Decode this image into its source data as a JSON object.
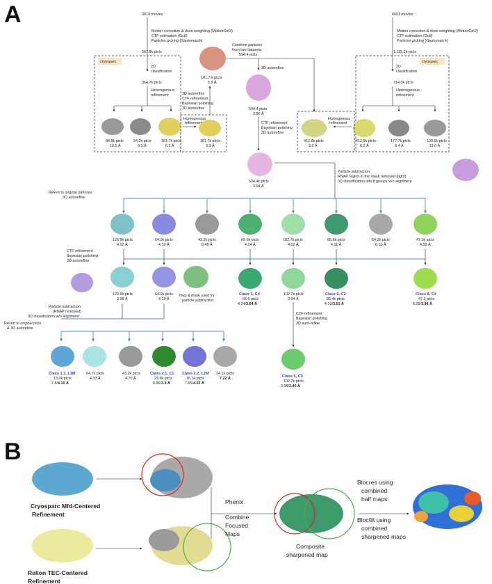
{
  "panel_a": {
    "label": "A",
    "left": {
      "count": "3819 movies",
      "steps": [
        "Motion correction & dose weighting (MotionCor2)",
        "CTF estimation (Gctf)",
        "Particles picking (Gautomatch)"
      ],
      "after": "567.8k ptcls",
      "badge": "cryosparc",
      "s2d": [
        "2D",
        "classification"
      ],
      "after2d": "364.7k ptcls",
      "het": [
        "Heterogenous",
        "refinement"
      ],
      "classes": [
        [
          "88.8k ptcls",
          "10.6 Å"
        ],
        [
          "94.2k ptcls",
          "9.3 Å"
        ],
        [
          "181.7k ptcls",
          "6.2 Å"
        ]
      ],
      "homo": [
        "Homogenous",
        "refinement"
      ],
      "homo_res": [
        "181.7k ptcls",
        "3.9 Å"
      ]
    },
    "right": {
      "count": "6651 movies",
      "steps": [
        "Motion correction & dose weighting (MotionCor2)",
        "CTF estimation (Gctf)",
        "Particles picking (Gautomatch)"
      ],
      "after": "1,115.2k ptcls",
      "badge": "cryosparc",
      "s2d": [
        "2D",
        "classification"
      ],
      "after2d": "714.0k ptcls",
      "het": [
        "Heterogenous",
        "refinement"
      ],
      "classes": [
        [
          "412.8k ptcls",
          "6.2 Å"
        ],
        [
          "177.7k ptcls",
          "8.4 Å"
        ],
        [
          "123.5k ptcls",
          "11.0 Å"
        ]
      ],
      "homo": [
        "Homogenous",
        "refinement"
      ],
      "homo_res": [
        "412.8k ptcls",
        "3.6 Å"
      ]
    },
    "center": {
      "relion_steps": [
        "3D autorefine",
        "CTF refinement",
        "Bayesian polishing",
        "3D autorefine"
      ],
      "map1": [
        "181.7 k ptcls",
        "5.9 Å"
      ],
      "combine": [
        "Combine particles",
        "from two datasets",
        "594.4 ptcls"
      ],
      "autorefine": "3D autorefine",
      "map2": [
        "594.4 ptcls",
        "3.86 Å"
      ],
      "ctf": [
        "CTF refinement",
        "Bayesian polishing",
        "3D autorefine"
      ],
      "map3": [
        "594.4k ptcls",
        "3.64 Å"
      ],
      "subtraction": [
        "Particle subtraction.",
        "RNAP region in the mask removed (right)",
        "3D classification into 8 groups w/o alignment"
      ]
    },
    "revert": [
      "Revert to original particles",
      "3D autorefine"
    ],
    "eight": [
      [
        "120.9k ptcls",
        "4.02 Å"
      ],
      [
        "64.0k ptcls",
        "4.19 Å"
      ],
      [
        "43.2k ptcls",
        "8.48 Å"
      ],
      [
        "66.6k ptcls",
        "4.24 Å"
      ],
      [
        "102.7k ptcls",
        "4.02 Å"
      ],
      [
        "85.5k ptcls",
        "4.11 Å"
      ],
      [
        "64.2k ptcls",
        "8.13 Å"
      ],
      [
        "47.3k ptcls",
        "4.59 Å"
      ]
    ],
    "ctf2": [
      "CTF refinement",
      "Bayesian polishing",
      "3D autorefine"
    ],
    "polished": [
      {
        "ptcls": "120.9k ptcls",
        "res": "3.98 Å"
      },
      {
        "ptcls": "64.0k ptcls",
        "res": "4.19 Å"
      },
      {
        "cls": "Class 3, C4",
        "ptcls": "66.6 ptcls",
        "res": "4.24/",
        "res_b": "3.64 Å"
      },
      {
        "ptcls": "102.7k ptcls",
        "res": "3.94 Å"
      },
      {
        "cls": "Class 6, C2",
        "ptcls": "85.4k ptcls",
        "res": "4.10/",
        "res_b": "3.51 Å"
      },
      {
        "cls": "Class 8, C3",
        "ptcls": "47.3 ptcls",
        "res": "6.29/",
        "res_b": "3.98 Å"
      }
    ],
    "sub2": [
      "Particle subtraction",
      "(RNAP removed)",
      "3D classification w/o alignment"
    ],
    "mask_note": [
      "map & mask used for",
      "particle subtraction"
    ],
    "revert2": [
      "Revert to original ptcls",
      "& 3D autorefine"
    ],
    "ctf3": [
      "CTF refinement",
      "Bayesian polishing",
      "3D auto-refine"
    ],
    "class5": {
      "cls": "Class 5, C5",
      "ptcls": "102.7k ptcls",
      "res": "3.98/",
      "res_b": "3.40 Å"
    },
    "bottom": [
      {
        "cls": "Class 1.1, L1M",
        "ptcls": "13.0k ptcls",
        "res": "7.8/",
        "res_b": "4.15 Å"
      },
      {
        "ptcls": "64.7k ptcls",
        "res": "4.33 Å"
      },
      {
        "ptcls": "43.2k ptcls",
        "res": "4.70 Å"
      },
      {
        "cls": "Class 2.1, C1",
        "ptcls": "23.9k ptcls",
        "res": "6.96/",
        "res_b": "3.9 Å"
      },
      {
        "cls": "Class 2.2, L2M",
        "ptcls": "16.1k ptcls",
        "res": "7.65/",
        "res_b": "4.02 Å"
      },
      {
        "ptcls": "24.1k ptcls",
        "res": "",
        "res_b": "7.22 Å"
      }
    ]
  },
  "panel_b": {
    "label": "B",
    "cryosparc": [
      "Cryosparc Mfd-Centered",
      "Refinement"
    ],
    "relion": [
      "Relion TEC-Centered",
      "Refinement"
    ],
    "phenix": "Phenix",
    "combine": [
      "Combine",
      "Focused",
      "Maps"
    ],
    "composite": [
      "Composite",
      "sharpened map"
    ],
    "blocres": [
      "Blocres using",
      "combined",
      "half maps"
    ],
    "blocfilt": [
      "Blocfilt using",
      "combined",
      "sharpened maps"
    ]
  },
  "colors": {
    "blue_arrow": "#5a86c8",
    "class_label": "#3344cc",
    "badge": "#fbe6c4",
    "red_circle": "#e02020",
    "green_circle": "#4caf50"
  }
}
